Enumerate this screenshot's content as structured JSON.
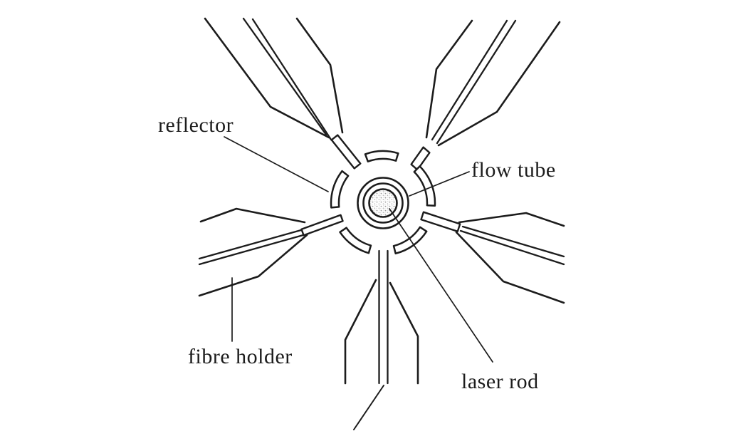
{
  "diagram": {
    "labels": {
      "reflector": "reflector",
      "flow_tube": "flow tube",
      "laser_rod": "laser rod",
      "fibre_holder": "fibre holder"
    },
    "colors": {
      "ink": "#1c1c1c",
      "background": "#ffffff",
      "stipple_dot": "#9a9a9a"
    }
  }
}
